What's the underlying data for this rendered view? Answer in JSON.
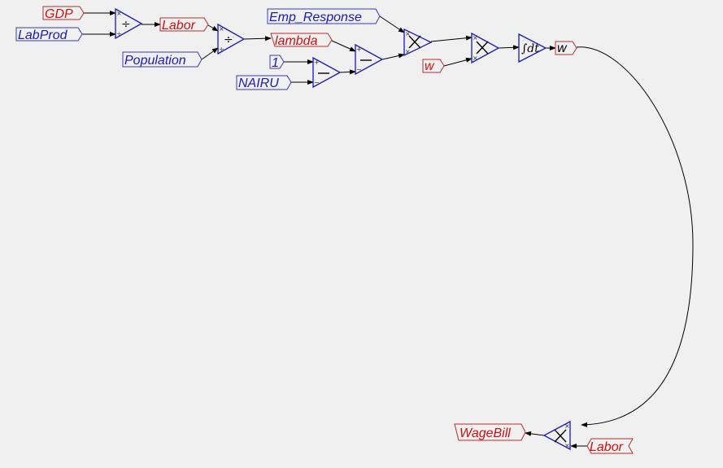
{
  "colors": {
    "background": "#f0f0f0",
    "variable_red": "#cc1111",
    "variable_blue": "#1a1ab0",
    "operator_stroke": "#1a1ab0",
    "wire": "#000000"
  },
  "variables": {
    "gdp": "GDP",
    "labprod": "LabProd",
    "labor": "Labor",
    "population": "Population",
    "lambda": "lambda",
    "one": "1",
    "nairu": "NAIRU",
    "emp_response": "Emp_Response",
    "w_input": "w",
    "w_output": "w",
    "wagebill": "WageBill",
    "labor_input": "Labor"
  },
  "operators": {
    "divide": "÷",
    "subtract": "−",
    "multiply": "×",
    "integrate": "∫dt"
  },
  "port_signs": {
    "times": "×",
    "divide": "÷",
    "plus": "+",
    "minus": "−"
  }
}
